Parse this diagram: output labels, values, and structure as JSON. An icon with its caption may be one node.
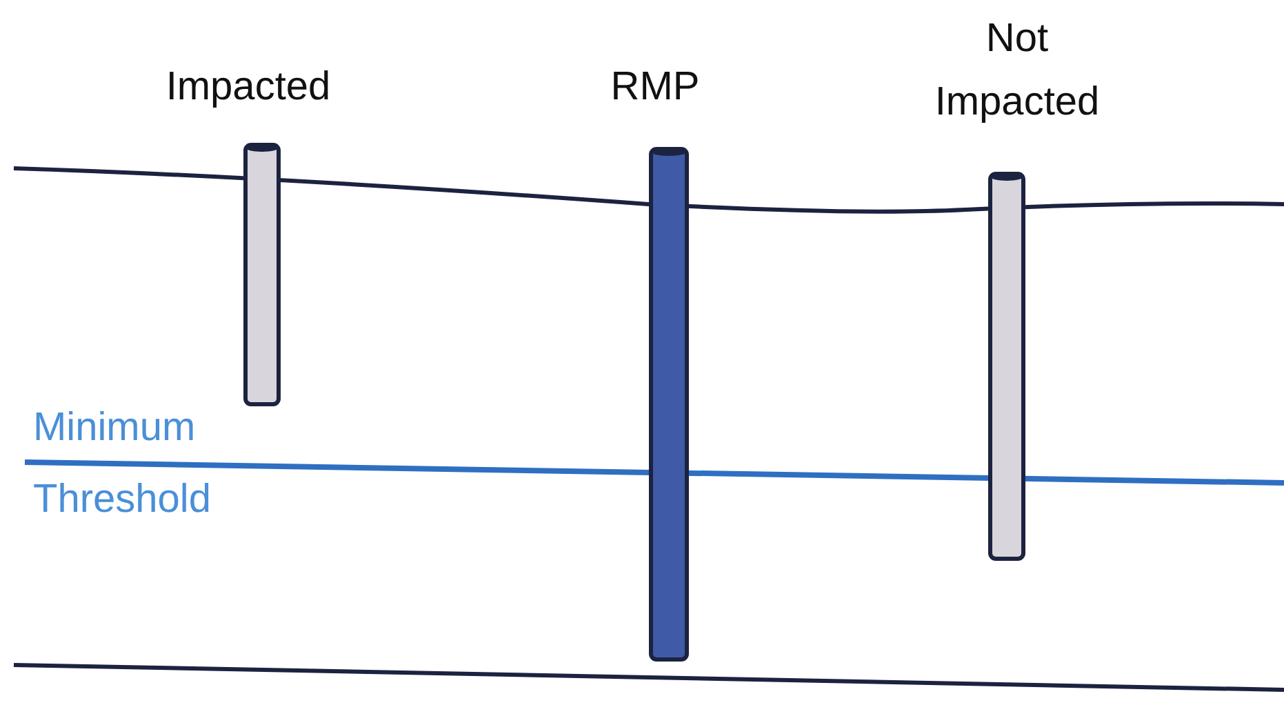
{
  "diagram": {
    "nodes": [
      {
        "text": [
          "Impacted"
        ]
      },
      {
        "text": [
          "RMP"
        ]
      },
      {
        "text": [
          "Not Impacted"
        ]
      }
    ],
    "labels": [
      "Minimum Threshold"
    ]
  }
}
